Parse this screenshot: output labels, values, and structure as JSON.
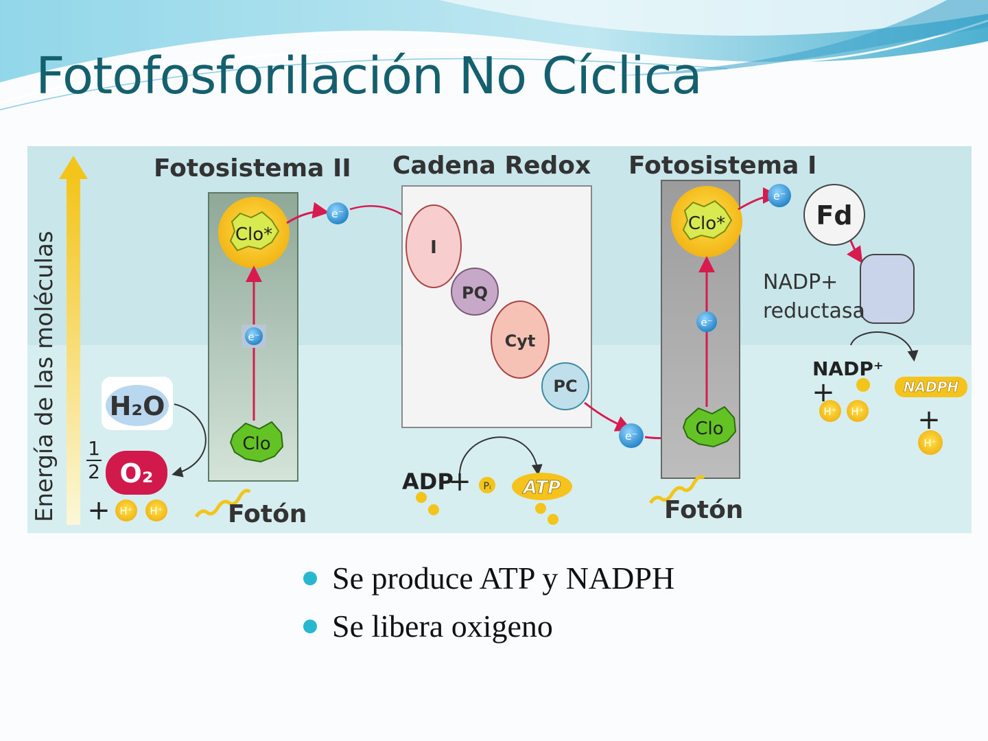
{
  "slide": {
    "title": "Fotofosforilación No Cíclica",
    "bullets": [
      "Se produce ATP y NADPH",
      "Se libera oxigeno"
    ]
  },
  "diagram": {
    "section_headers": {
      "ps2": "Fotosistema II",
      "redox": "Cadena Redox",
      "ps1": "Fotosistema I"
    },
    "energy_axis": "Energía de las moléculas",
    "electron": "e⁻",
    "ps2": {
      "excited": "Clo*",
      "ground": "Clo",
      "photon": "Fotón"
    },
    "water": {
      "h2o": "H₂O",
      "half_num": "1",
      "half_den": "2",
      "o2": "O₂",
      "plus": "+",
      "proton": "H⁺"
    },
    "redox_chain": [
      "I",
      "PQ",
      "Cyt",
      "PC"
    ],
    "atp": {
      "adp": "ADP",
      "plus": "+",
      "pi": "Pᵢ",
      "atp": "ATP"
    },
    "ps1": {
      "excited": "Clo*",
      "ground": "Clo",
      "photon": "Fotón"
    },
    "fd": "Fd",
    "reductase": {
      "line1": "NADP+",
      "line2": "reductasa"
    },
    "nadp": {
      "nadp_plus": "NADP⁺",
      "plus": "+",
      "proton": "H⁺",
      "nadph": "NADPH"
    },
    "colors": {
      "title": "#14606e",
      "bullet": "#27b7cf",
      "arrow": "#d81b4f",
      "clo": "#f6c21c",
      "clo_ground": "#63c224",
      "electron": "#2e8fd0"
    }
  }
}
